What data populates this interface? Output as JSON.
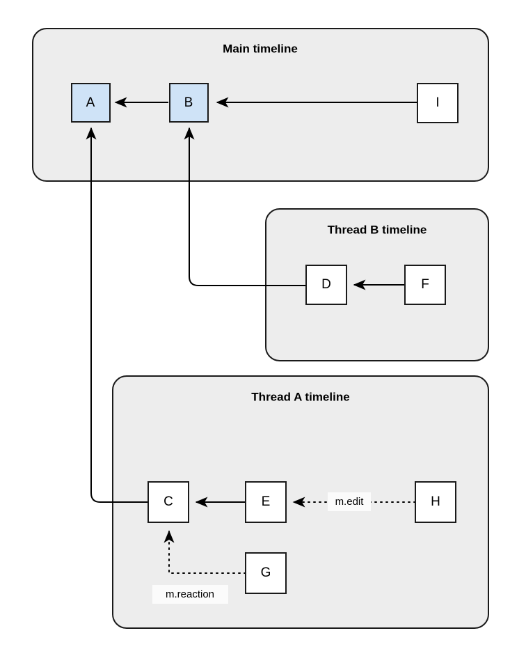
{
  "diagram": {
    "title_hidden": "",
    "colors": {
      "group_fill": "#ededed",
      "group_stroke": "#1a1a1a",
      "node_plain_fill": "#ffffff",
      "node_highlight_fill": "#cfe3f7",
      "node_stroke": "#1a1a1a",
      "edge_stroke": "#000000",
      "label_bg": "#fbfbfb",
      "canvas_bg": "#ffffff"
    },
    "groups": [
      {
        "id": "main",
        "title": "Main timeline"
      },
      {
        "id": "thread_b",
        "title": "Thread B timeline"
      },
      {
        "id": "thread_a",
        "title": "Thread A timeline"
      }
    ],
    "nodes": [
      {
        "id": "A",
        "label": "A",
        "group": "main",
        "style": "highlight"
      },
      {
        "id": "B",
        "label": "B",
        "group": "main",
        "style": "highlight"
      },
      {
        "id": "I",
        "label": "I",
        "group": "main",
        "style": "plain"
      },
      {
        "id": "D",
        "label": "D",
        "group": "thread_b",
        "style": "plain"
      },
      {
        "id": "F",
        "label": "F",
        "group": "thread_b",
        "style": "plain"
      },
      {
        "id": "C",
        "label": "C",
        "group": "thread_a",
        "style": "plain"
      },
      {
        "id": "E",
        "label": "E",
        "group": "thread_a",
        "style": "plain"
      },
      {
        "id": "G",
        "label": "G",
        "group": "thread_a",
        "style": "plain"
      },
      {
        "id": "H",
        "label": "H",
        "group": "thread_a",
        "style": "plain"
      }
    ],
    "edges": [
      {
        "id": "B-A",
        "from": "B",
        "to": "A",
        "style": "solid",
        "label": ""
      },
      {
        "id": "I-B",
        "from": "I",
        "to": "B",
        "style": "solid",
        "label": ""
      },
      {
        "id": "D-B",
        "from": "D",
        "to": "B",
        "style": "solid",
        "label": ""
      },
      {
        "id": "F-D",
        "from": "F",
        "to": "D",
        "style": "solid",
        "label": ""
      },
      {
        "id": "C-A",
        "from": "C",
        "to": "A",
        "style": "solid",
        "label": ""
      },
      {
        "id": "E-C",
        "from": "E",
        "to": "C",
        "style": "solid",
        "label": ""
      },
      {
        "id": "H-E",
        "from": "H",
        "to": "E",
        "style": "dotted",
        "label": "m.edit"
      },
      {
        "id": "G-C",
        "from": "G",
        "to": "C",
        "style": "dotted",
        "label": "m.reaction"
      }
    ],
    "edge_labels": {
      "m_edit": "m.edit",
      "m_reaction": "m.reaction"
    }
  }
}
